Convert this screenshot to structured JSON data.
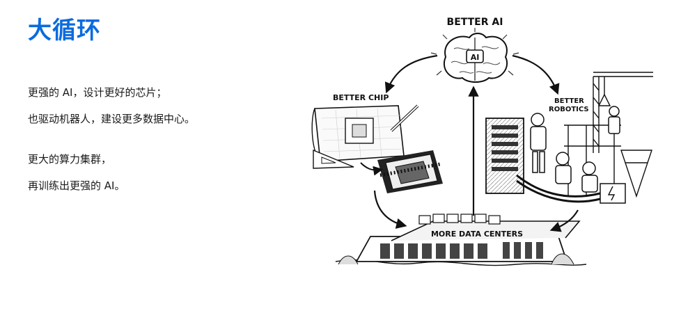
{
  "title": "大循环",
  "paragraphs": [
    [
      "更强的 AI，设计更好的芯片；",
      "也驱动机器人，建设更多数据中心。"
    ],
    [
      "更大的算力集群，",
      "再训练出更强的 AI。"
    ]
  ],
  "diagram": {
    "better_ai": "BETTER AI",
    "ai_chip_badge": "AI",
    "better_chip": "BETTER CHIP",
    "better_robotics_1": "BETTER",
    "better_robotics_2": "ROBOTICS",
    "more_data_centers": "MORE DATA CENTERS"
  },
  "colors": {
    "title": "#0b6bde",
    "ink": "#111111"
  }
}
